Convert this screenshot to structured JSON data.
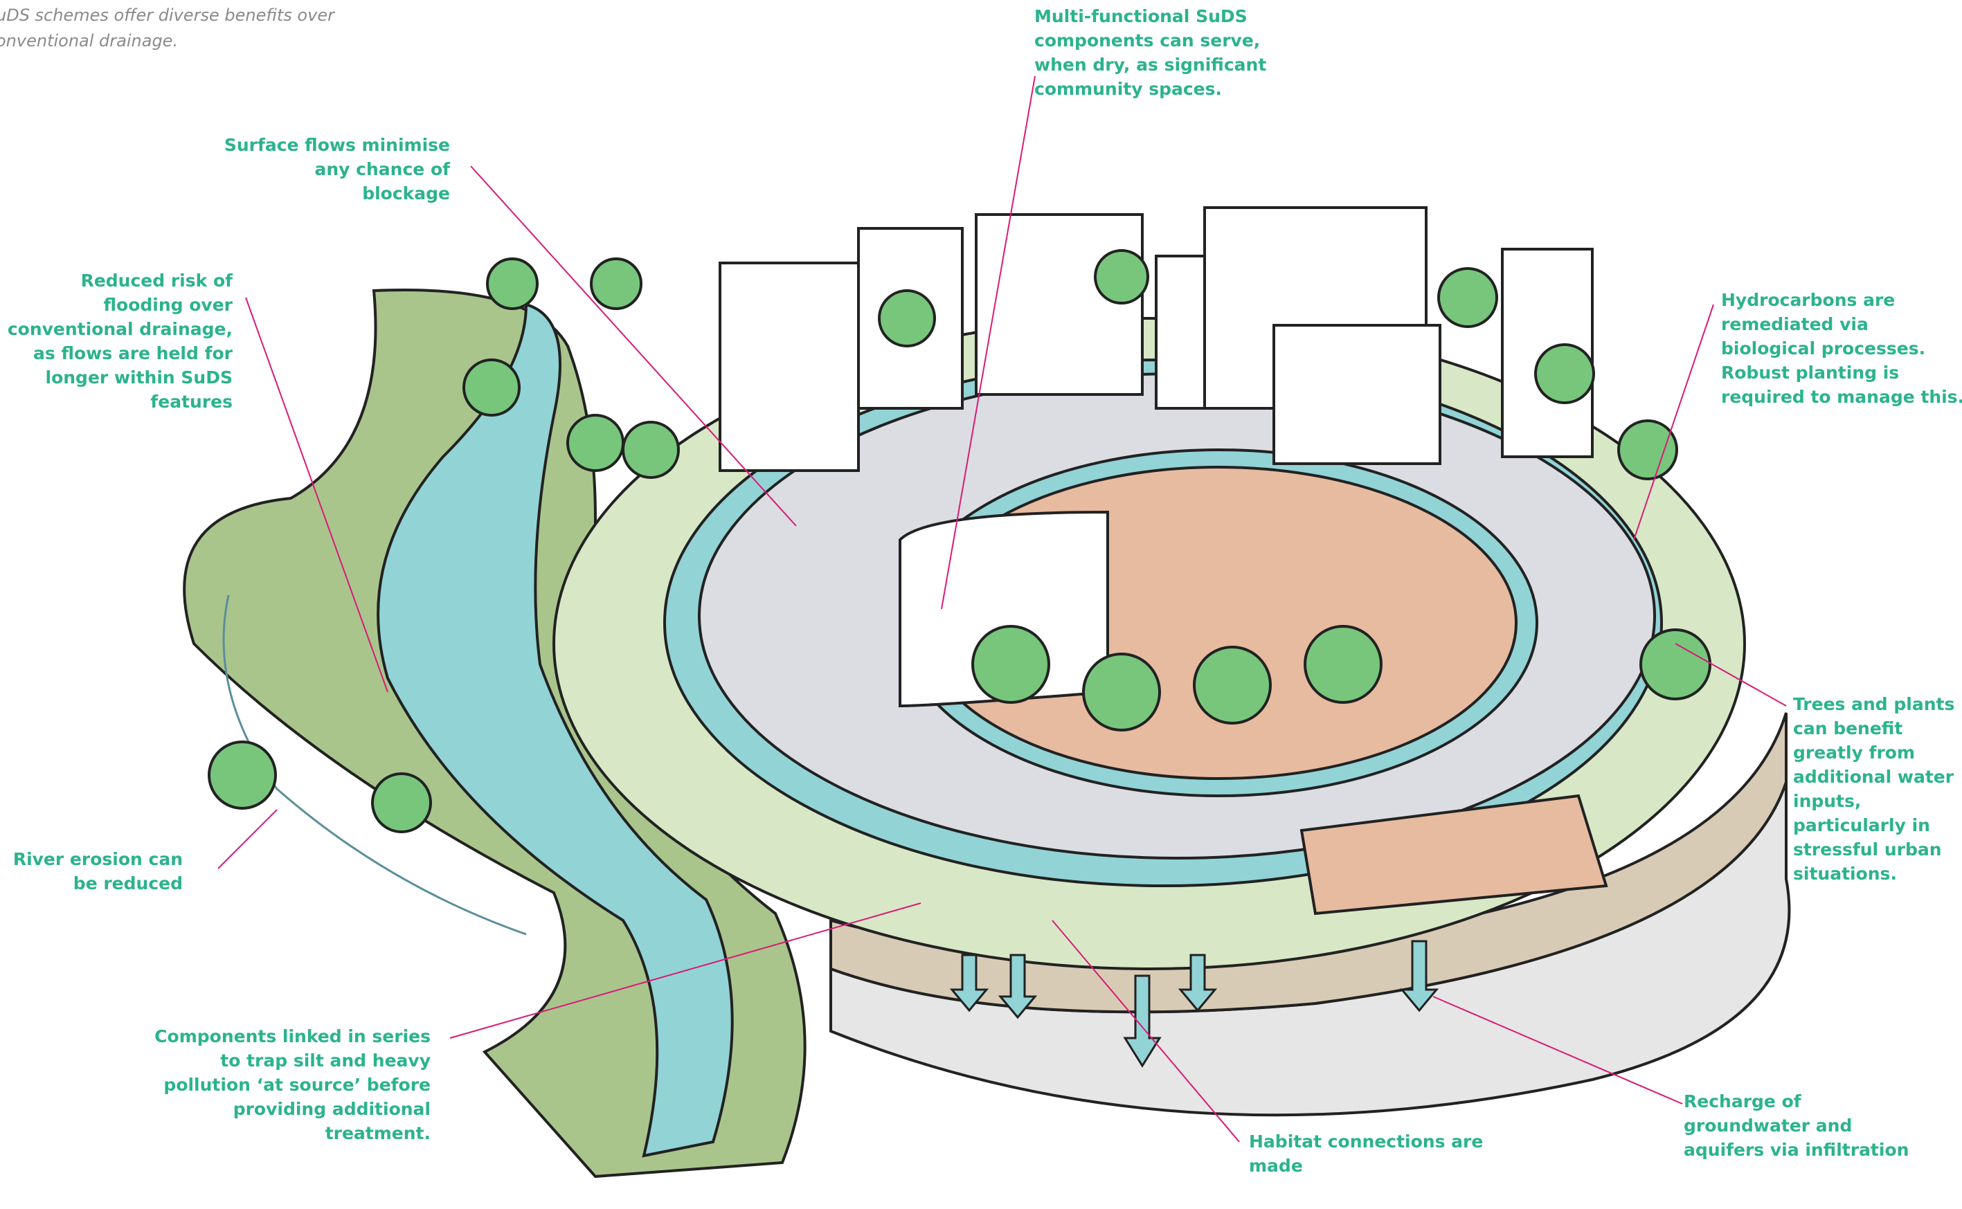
{
  "intro": [
    "uDS schemes offer diverse benefits over",
    "onventional drainage."
  ],
  "annotations": {
    "multi_functional": [
      "Multi-functional SuDS",
      "components can serve,",
      "when dry, as significant",
      "community spaces."
    ],
    "surface_flows": [
      "Surface flows minimise",
      "any chance of",
      "blockage"
    ],
    "reduced_risk": [
      "Reduced risk of",
      "flooding over",
      "conventional drainage,",
      "as flows are held for",
      "longer within SuDS",
      "features"
    ],
    "hydrocarbons": [
      "Hydrocarbons are",
      "remediated via",
      "biological processes.",
      "Robust planting is",
      "required to manage this."
    ],
    "trees_plants": [
      "Trees and plants",
      "can benefit",
      "greatly from",
      "additional water",
      "inputs,",
      "particularly in",
      "stressful urban",
      "situations."
    ],
    "river_erosion": [
      "River erosion can",
      "be reduced"
    ],
    "components_linked": [
      "Components linked in series",
      "to trap silt and heavy",
      "pollution ‘at source’ before",
      "providing additional",
      "treatment."
    ],
    "habitat": [
      "Habitat connections are",
      "made"
    ],
    "recharge": [
      "Recharge of",
      "groundwater and",
      "aquifers via infiltration"
    ]
  },
  "colors": {
    "label_text": "#2bb38e",
    "leader_line": "#d81b78",
    "water": "#92d3d6",
    "grass_dark": "#a9c58c",
    "grass_light": "#d8e8c6",
    "road": "#dcdde2",
    "plaza": "#e7bba0",
    "tree": "#77c67c",
    "soil": "#d8cbb5",
    "base": "#e6e6e6"
  }
}
